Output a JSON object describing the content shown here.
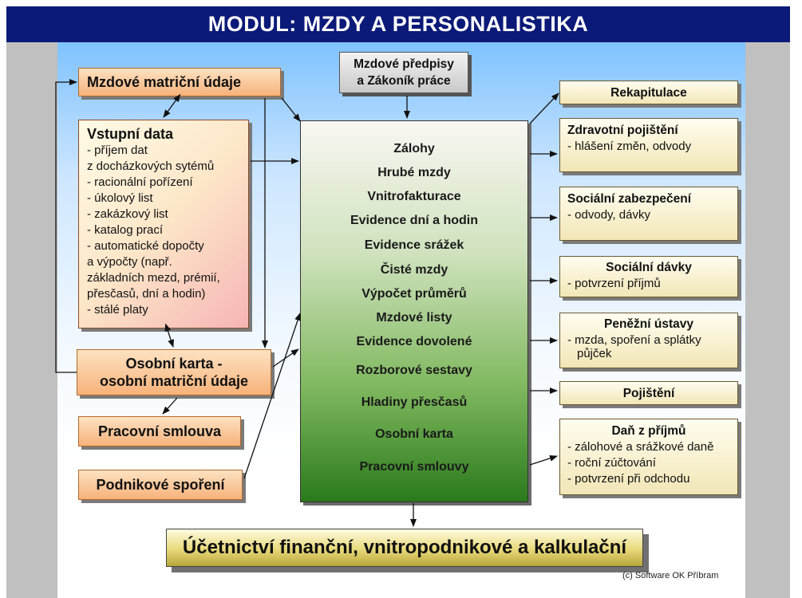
{
  "title": "MODUL:  MZDY A PERSONALISTIKA",
  "top_box": {
    "line1": "Mzdové předpisy",
    "line2": "a Zákoník práce"
  },
  "left": {
    "matrix": "Mzdové matriční údaje",
    "vstupni_title": "Vstupní data",
    "vstupni_lines": [
      "- příjem dat",
      "z docházkových sytémů",
      "- racionální pořízení",
      "- úkolový list",
      "- zakázkový list",
      "- katalog prací",
      "- automatické dopočty",
      "a výpočty (např.",
      "základních mezd, prémií,",
      "přesčasů, dní a hodin)",
      "- stálé platy"
    ],
    "osobni_line1": "Osobní karta -",
    "osobni_line2": "osobní matriční údaje",
    "pracovni_smlouva": "Pracovní smlouva",
    "podnikove_sporeni": "Podnikové spoření"
  },
  "center_items": [
    "Zálohy",
    "Hrubé mzdy",
    "Vnitrofakturace",
    "Evidence dní a hodin",
    "Evidence srážek",
    "Čisté mzdy",
    "Výpočet průměrů",
    "Mzdové listy",
    "Evidence dovolené",
    "Rozborové sestavy",
    "Hladiny přesčasů",
    "Osobní karta",
    "Pracovní smlouvy"
  ],
  "right": {
    "rekapitulace": "Rekapitulace",
    "zdravotni_title": "Zdravotní pojištění",
    "zdravotni_line": "- hlášení změn, odvody",
    "socialni_title": "Sociální zabezpečení",
    "socialni_line": "- odvody, dávky",
    "davky_title": "Sociální dávky",
    "davky_line": "- potvrzení příjmů",
    "penezni_title": "Peněžní ústavy",
    "penezni_line1": "- mzda, spoření a splátky",
    "penezni_line2": "půjček",
    "pojisteni": "Pojištění",
    "dan_title": "Daň z příjmů",
    "dan_lines": [
      "- zálohové a srážkové daně",
      "- roční zúčtování",
      "- potvrzení při odchodu"
    ]
  },
  "bottom": "Účetnictví finanční, vnitropodnikové a kalkulační",
  "copyright": "(c) Software OK Příbram"
}
